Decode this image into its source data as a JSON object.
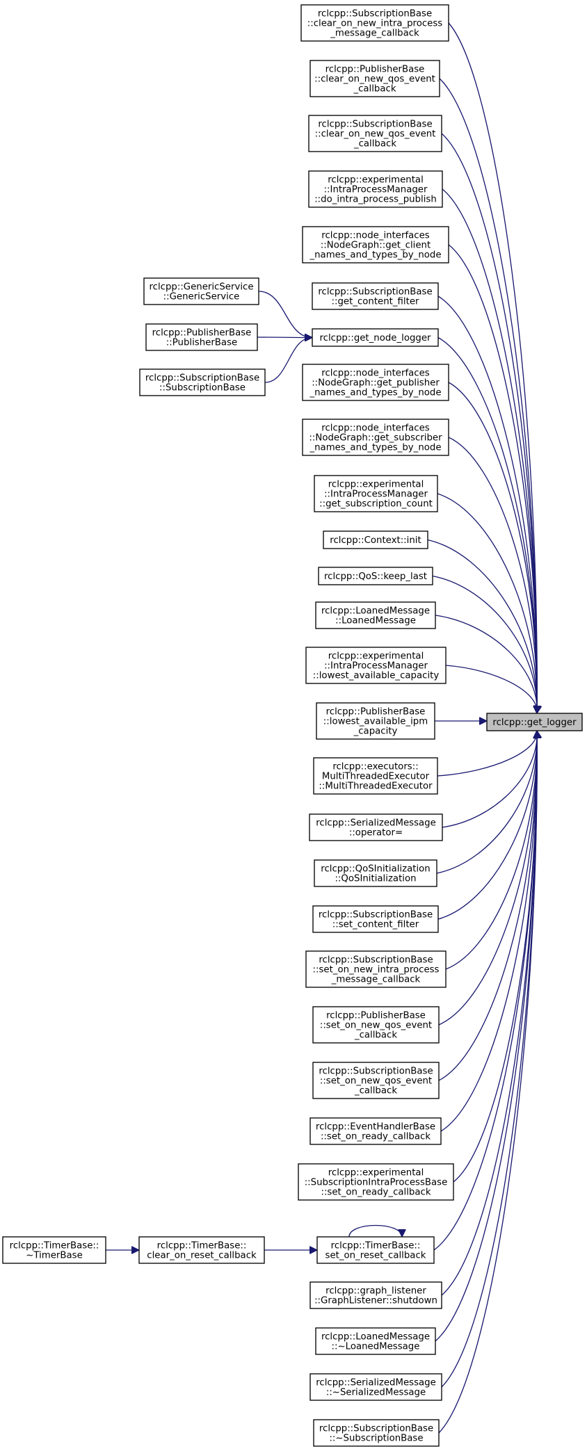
{
  "target": {
    "id": "get_logger",
    "lines": [
      "rclcpp::get_logger"
    ]
  },
  "nodes": [
    {
      "id": "sub_clear_intra",
      "lines": [
        "rclcpp::SubscriptionBase",
        "::clear_on_new_intra_process",
        "_message_callback"
      ]
    },
    {
      "id": "pub_clear_qos",
      "lines": [
        "rclcpp::PublisherBase",
        "::clear_on_new_qos_event",
        "_callback"
      ]
    },
    {
      "id": "sub_clear_qos",
      "lines": [
        "rclcpp::SubscriptionBase",
        "::clear_on_new_qos_event",
        "_callback"
      ]
    },
    {
      "id": "ipm_publish",
      "lines": [
        "rclcpp::experimental",
        "::IntraProcessManager",
        "::do_intra_process_publish"
      ]
    },
    {
      "id": "ng_client",
      "lines": [
        "rclcpp::node_interfaces",
        "::NodeGraph::get_client",
        "_names_and_types_by_node"
      ]
    },
    {
      "id": "sub_get_filter",
      "lines": [
        "rclcpp::SubscriptionBase",
        "::get_content_filter"
      ]
    },
    {
      "id": "get_node_logger",
      "lines": [
        "rclcpp::get_node_logger"
      ]
    },
    {
      "id": "generic_service",
      "lines": [
        "rclcpp::GenericService",
        "::GenericService"
      ]
    },
    {
      "id": "publisher_base",
      "lines": [
        "rclcpp::PublisherBase",
        "::PublisherBase"
      ]
    },
    {
      "id": "subscription_base",
      "lines": [
        "rclcpp::SubscriptionBase",
        "::SubscriptionBase"
      ]
    },
    {
      "id": "ng_publisher",
      "lines": [
        "rclcpp::node_interfaces",
        "::NodeGraph::get_publisher",
        "_names_and_types_by_node"
      ]
    },
    {
      "id": "ng_subscriber",
      "lines": [
        "rclcpp::node_interfaces",
        "::NodeGraph::get_subscriber",
        "_names_and_types_by_node"
      ]
    },
    {
      "id": "ipm_count",
      "lines": [
        "rclcpp::experimental",
        "::IntraProcessManager",
        "::get_subscription_count"
      ]
    },
    {
      "id": "context_init",
      "lines": [
        "rclcpp::Context::init"
      ]
    },
    {
      "id": "qos_keep_last",
      "lines": [
        "rclcpp::QoS::keep_last"
      ]
    },
    {
      "id": "loaned_ctor",
      "lines": [
        "rclcpp::LoanedMessage",
        "::LoanedMessage"
      ]
    },
    {
      "id": "ipm_capacity",
      "lines": [
        "rclcpp::experimental",
        "::IntraProcessManager",
        "::lowest_available_capacity"
      ]
    },
    {
      "id": "pub_ipm_capacity",
      "lines": [
        "rclcpp::PublisherBase",
        "::lowest_available_ipm",
        "_capacity"
      ]
    },
    {
      "id": "mte",
      "lines": [
        "rclcpp::executors::",
        "MultiThreadedExecutor",
        "::MultiThreadedExecutor"
      ]
    },
    {
      "id": "ser_assign",
      "lines": [
        "rclcpp::SerializedMessage",
        "::operator="
      ]
    },
    {
      "id": "qos_init",
      "lines": [
        "rclcpp::QoSInitialization",
        "::QoSInitialization"
      ]
    },
    {
      "id": "sub_set_filter",
      "lines": [
        "rclcpp::SubscriptionBase",
        "::set_content_filter"
      ]
    },
    {
      "id": "sub_set_intra",
      "lines": [
        "rclcpp::SubscriptionBase",
        "::set_on_new_intra_process",
        "_message_callback"
      ]
    },
    {
      "id": "pub_set_qos",
      "lines": [
        "rclcpp::PublisherBase",
        "::set_on_new_qos_event",
        "_callback"
      ]
    },
    {
      "id": "sub_set_qos",
      "lines": [
        "rclcpp::SubscriptionBase",
        "::set_on_new_qos_event",
        "_callback"
      ]
    },
    {
      "id": "ehb_ready",
      "lines": [
        "rclcpp::EventHandlerBase",
        "::set_on_ready_callback"
      ]
    },
    {
      "id": "sipb_ready",
      "lines": [
        "rclcpp::experimental",
        "::SubscriptionIntraProcessBase",
        "::set_on_ready_callback"
      ]
    },
    {
      "id": "timer_set_reset",
      "lines": [
        "rclcpp::TimerBase::",
        "set_on_reset_callback"
      ]
    },
    {
      "id": "timer_clear_reset",
      "lines": [
        "rclcpp::TimerBase::",
        "clear_on_reset_callback"
      ]
    },
    {
      "id": "timer_dtor",
      "lines": [
        "rclcpp::TimerBase::",
        "~TimerBase"
      ]
    },
    {
      "id": "graph_shutdown",
      "lines": [
        "rclcpp::graph_listener",
        "::GraphListener::shutdown"
      ]
    },
    {
      "id": "loaned_dtor",
      "lines": [
        "rclcpp::LoanedMessage",
        "::~LoanedMessage"
      ]
    },
    {
      "id": "ser_dtor",
      "lines": [
        "rclcpp::SerializedMessage",
        "::~SerializedMessage"
      ]
    },
    {
      "id": "sub_dtor",
      "lines": [
        "rclcpp::SubscriptionBase",
        "::~SubscriptionBase"
      ]
    }
  ],
  "edges": [
    {
      "from": "sub_clear_intra",
      "to": "get_logger"
    },
    {
      "from": "pub_clear_qos",
      "to": "get_logger"
    },
    {
      "from": "sub_clear_qos",
      "to": "get_logger"
    },
    {
      "from": "ipm_publish",
      "to": "get_logger"
    },
    {
      "from": "ng_client",
      "to": "get_logger"
    },
    {
      "from": "sub_get_filter",
      "to": "get_logger"
    },
    {
      "from": "get_node_logger",
      "to": "get_logger"
    },
    {
      "from": "generic_service",
      "to": "get_node_logger"
    },
    {
      "from": "publisher_base",
      "to": "get_node_logger"
    },
    {
      "from": "subscription_base",
      "to": "get_node_logger"
    },
    {
      "from": "ng_publisher",
      "to": "get_logger"
    },
    {
      "from": "ng_subscriber",
      "to": "get_logger"
    },
    {
      "from": "ipm_count",
      "to": "get_logger"
    },
    {
      "from": "context_init",
      "to": "get_logger"
    },
    {
      "from": "qos_keep_last",
      "to": "get_logger"
    },
    {
      "from": "loaned_ctor",
      "to": "get_logger"
    },
    {
      "from": "ipm_capacity",
      "to": "get_logger"
    },
    {
      "from": "pub_ipm_capacity",
      "to": "get_logger"
    },
    {
      "from": "mte",
      "to": "get_logger"
    },
    {
      "from": "ser_assign",
      "to": "get_logger"
    },
    {
      "from": "qos_init",
      "to": "get_logger"
    },
    {
      "from": "sub_set_filter",
      "to": "get_logger"
    },
    {
      "from": "sub_set_intra",
      "to": "get_logger"
    },
    {
      "from": "pub_set_qos",
      "to": "get_logger"
    },
    {
      "from": "sub_set_qos",
      "to": "get_logger"
    },
    {
      "from": "ehb_ready",
      "to": "get_logger"
    },
    {
      "from": "sipb_ready",
      "to": "get_logger"
    },
    {
      "from": "timer_set_reset",
      "to": "get_logger"
    },
    {
      "from": "timer_set_reset",
      "to": "timer_set_reset"
    },
    {
      "from": "timer_clear_reset",
      "to": "timer_set_reset"
    },
    {
      "from": "timer_dtor",
      "to": "timer_clear_reset"
    },
    {
      "from": "graph_shutdown",
      "to": "get_logger"
    },
    {
      "from": "loaned_dtor",
      "to": "get_logger"
    },
    {
      "from": "ser_dtor",
      "to": "get_logger"
    },
    {
      "from": "sub_dtor",
      "to": "get_logger"
    }
  ],
  "colors": {
    "edge": "#191970",
    "target_fill": "#bfbfbf",
    "node_fill": "#ffffff",
    "border": "#000000"
  }
}
